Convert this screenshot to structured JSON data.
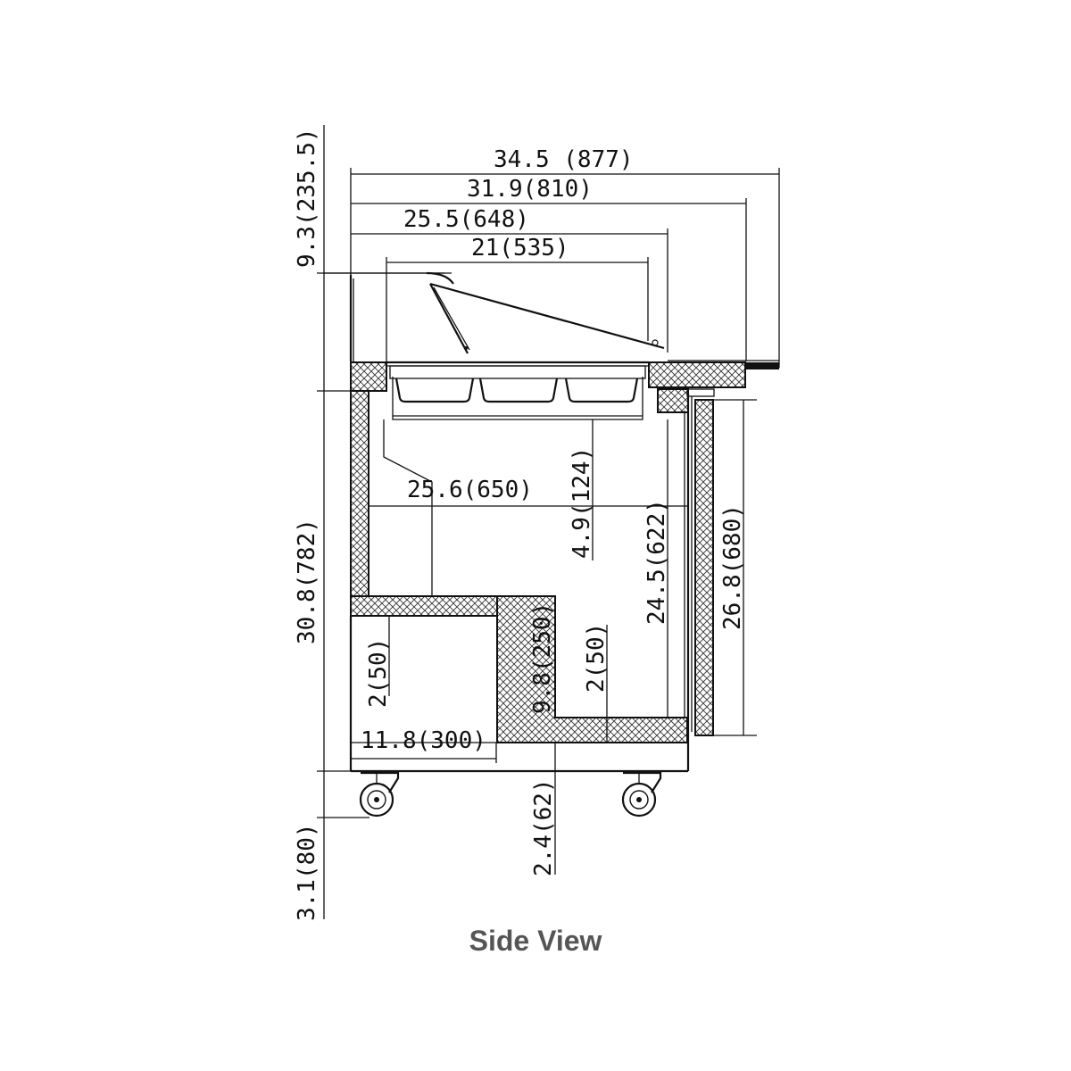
{
  "diagram": {
    "caption": "Side View",
    "dimensions": {
      "overall_depth": "34.5 (877)",
      "depth_810": "31.9(810)",
      "depth_648": "25.5(648)",
      "depth_535": "21(535)",
      "lid_height": "9.3(235.5)",
      "interior_depth": "25.6(650)",
      "pan_depth": "4.9(124)",
      "body_height": "30.8(782)",
      "interior_height": "24.5(622)",
      "door_height": "26.8(680)",
      "step_height": "9.8(250)",
      "floor_insulation": "2(50)",
      "wall_insulation": "2(50)",
      "step_depth": "11.8(300)",
      "caster_clearance": "2.4(62)",
      "caster_height": "3.1(80)"
    }
  }
}
